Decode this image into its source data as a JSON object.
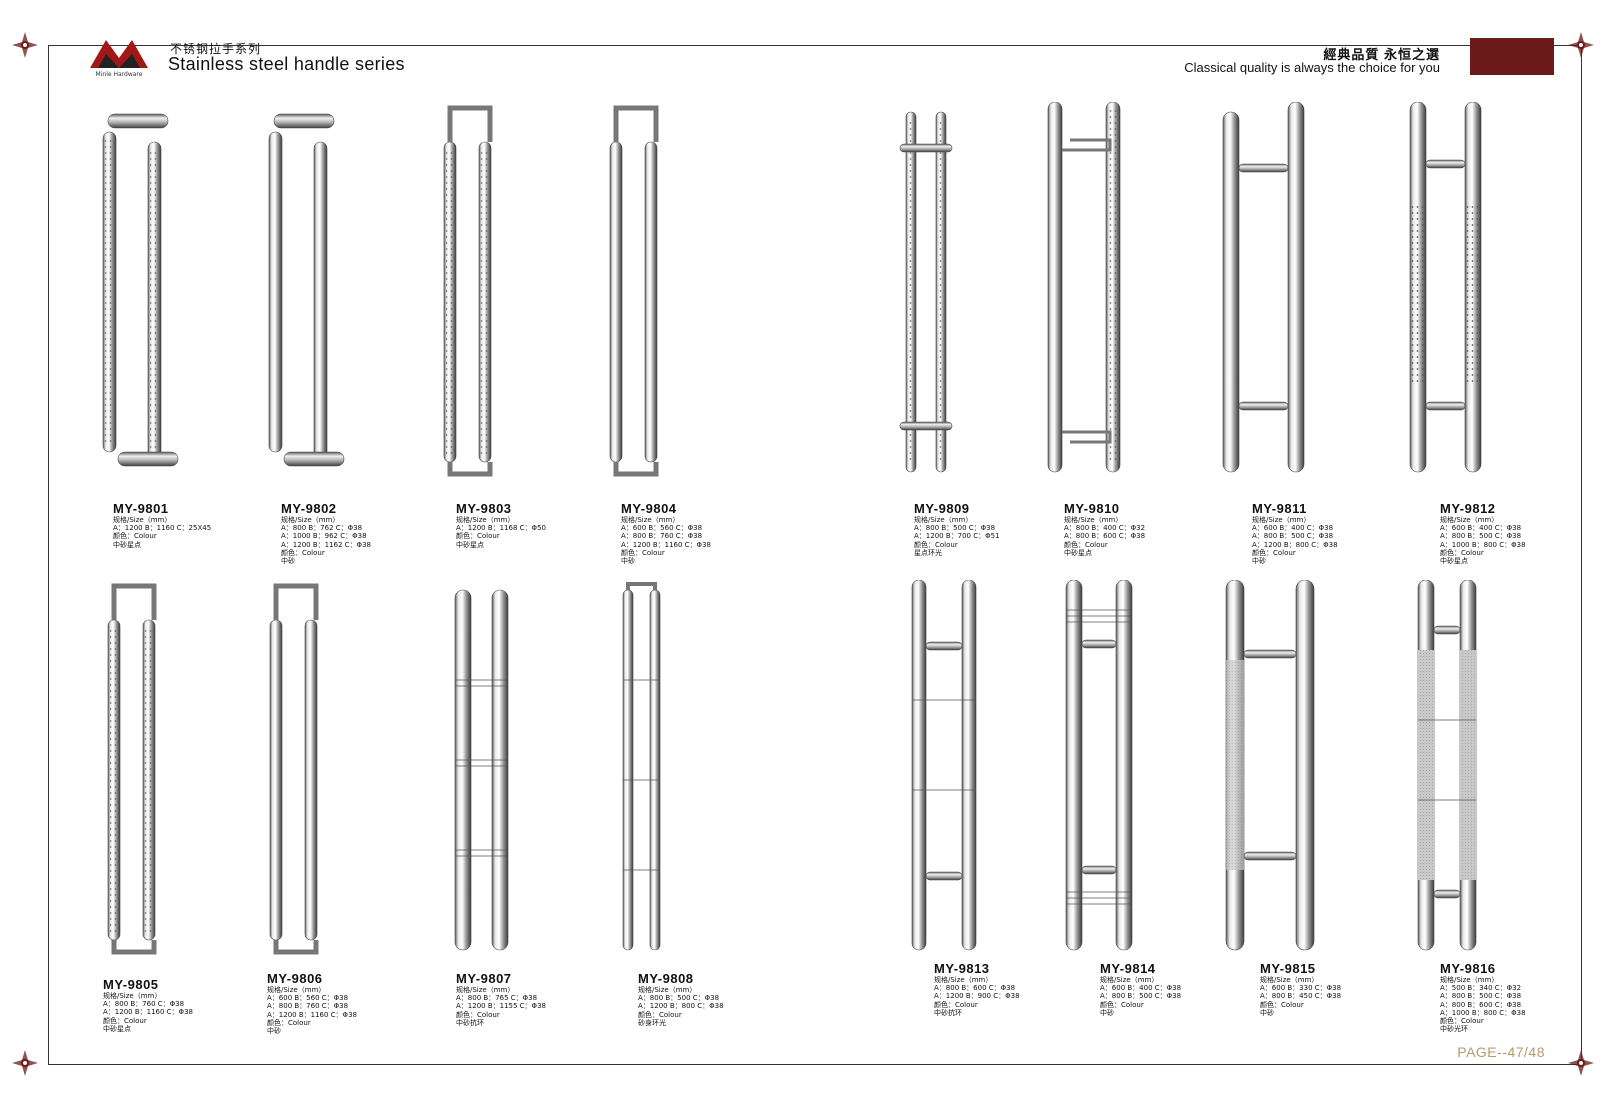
{
  "header": {
    "logo_text": "Minle Hardware",
    "title_cn": "不锈钢拉手系列",
    "title_en": "Stainless steel handle series",
    "slogan_cn": "經典品質 永恒之選",
    "slogan_en": "Classical quality is always the choice for you",
    "brand_color": "#6b1a1a"
  },
  "products": [
    {
      "model": "MY-9801",
      "style": "offset-dot",
      "size_label": "规格/Size（mm）",
      "sizes": [
        "A：1200  B：1160 C：25X45"
      ],
      "colour_label": "颜色：Colour",
      "finish": "中砂星点"
    },
    {
      "model": "MY-9802",
      "style": "offset",
      "size_label": "规格/Size（mm）",
      "sizes": [
        "A：800  B：762 C：Φ38",
        "A：1000  B：962 C：Φ38",
        "A：1200  B：1162 C：Φ38"
      ],
      "colour_label": "颜色：Colour",
      "finish": "中砂"
    },
    {
      "model": "MY-9803",
      "style": "square-dot",
      "size_label": "规格/Size（mm）",
      "sizes": [
        "A：1200  B：1168 C：Φ50"
      ],
      "colour_label": "颜色：Colour",
      "finish": "中砂星点"
    },
    {
      "model": "MY-9804",
      "style": "square",
      "size_label": "规格/Size（mm）",
      "sizes": [
        "A：600  B：560 C：Φ38",
        "A：800  B：760 C：Φ38",
        "A：1200  B：1160 C：Φ38"
      ],
      "colour_label": "颜色：Colour",
      "finish": "中砂"
    },
    {
      "model": "MY-9809",
      "style": "straight-clamp",
      "size_label": "规格/Size（mm）",
      "sizes": [
        "A：800  B：500 C：Φ38",
        "A：1200  B：700 C：Φ51"
      ],
      "colour_label": "颜色：Colour",
      "finish": "星点环光"
    },
    {
      "model": "MY-9810",
      "style": "straight-bracket",
      "size_label": "规格/Size（mm）",
      "sizes": [
        "A：800  B：400 C：Φ32",
        "A：800  B：600 C：Φ38"
      ],
      "colour_label": "颜色：Colour",
      "finish": "中砂星点"
    },
    {
      "model": "MY-9811",
      "style": "h-handle",
      "size_label": "规格/Size（mm）",
      "sizes": [
        "A：600  B：400 C：Φ38",
        "A：800  B：500 C：Φ38",
        "A：1200  B：800 C：Φ38"
      ],
      "colour_label": "颜色：Colour",
      "finish": "中砂"
    },
    {
      "model": "MY-9812",
      "style": "h-dot",
      "size_label": "规格/Size（mm）",
      "sizes": [
        "A：600  B：400 C：Φ38",
        "A：800  B：500 C：Φ38",
        "A：1000  B：800 C：Φ38"
      ],
      "colour_label": "颜色：Colour",
      "finish": "中砂星点"
    },
    {
      "model": "MY-9805",
      "style": "square-dot",
      "size_label": "规格/Size（mm）",
      "sizes": [
        "A：800  B：760 C：Φ38",
        "A：1200  B：1160 C：Φ38"
      ],
      "colour_label": "颜色：Colour",
      "finish": "中砂星点"
    },
    {
      "model": "MY-9806",
      "style": "square-plate",
      "size_label": "规格/Size（mm）",
      "sizes": [
        "A：600  B：560 C：Φ38",
        "A：800  B：760 C：Φ38",
        "A：1200  B：1160 C：Φ38"
      ],
      "colour_label": "颜色：Colour",
      "finish": "中砂"
    },
    {
      "model": "MY-9807",
      "style": "flat-ring",
      "size_label": "规格/Size（mm）",
      "sizes": [
        "A：800  B：765 C：Φ38",
        "A：1200  B：1155 C：Φ38"
      ],
      "colour_label": "颜色：Colour",
      "finish": "中砂抗环"
    },
    {
      "model": "MY-9808",
      "style": "square-thin",
      "size_label": "规格/Size（mm）",
      "sizes": [
        "A：800  B：500 C：Φ38",
        "A：1200  B：800 C：Φ38"
      ],
      "colour_label": "颜色：Colour",
      "finish": "砂身环光"
    },
    {
      "model": "MY-9813",
      "style": "h-ring",
      "size_label": "规格/Size（mm）",
      "sizes": [
        "A：800  B：600 C：Φ38",
        "A：1200  B：900 C：Φ38"
      ],
      "colour_label": "颜色：Colour",
      "finish": "中砂抗环"
    },
    {
      "model": "MY-9814",
      "style": "h-lines",
      "size_label": "规格/Size（mm）",
      "sizes": [
        "A：600  B：400 C：Φ38",
        "A：800  B：500 C：Φ38"
      ],
      "colour_label": "颜色：Colour",
      "finish": "中砂"
    },
    {
      "model": "MY-9815",
      "style": "h-round",
      "size_label": "规格/Size（mm）",
      "sizes": [
        "A：600  B：330 C：Φ38",
        "A：800  B：450 C：Φ38"
      ],
      "colour_label": "颜色：Colour",
      "finish": "中砂"
    },
    {
      "model": "MY-9816",
      "style": "h-frosted",
      "size_label": "规格/Size（mm）",
      "sizes": [
        "A：500  B：340 C：Φ32",
        "A：800  B：500 C：Φ38",
        "A：800  B：600 C：Φ38",
        "A：1000  B：800 C：Φ38"
      ],
      "colour_label": "颜色：Colour",
      "finish": "中砂光环"
    }
  ],
  "footer": {
    "page": "PAGE--47/48"
  }
}
